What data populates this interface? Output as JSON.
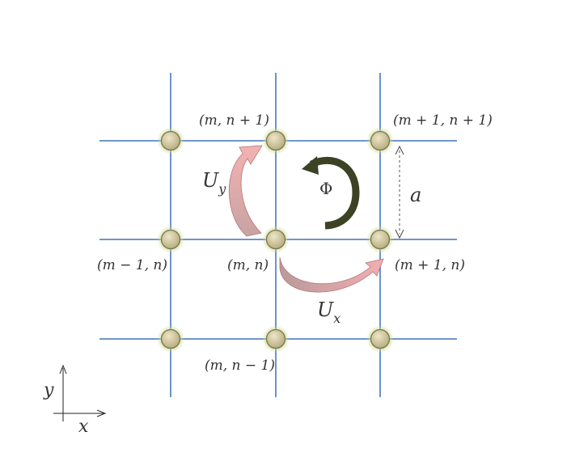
{
  "colors": {
    "grid_line": "#5b87c4",
    "node_fill": "#cfc49a",
    "node_stroke": "#7d7552",
    "node_glow": "#c8dc8c",
    "hop_arrow_fill": "#e8a0a0",
    "hop_arrow_edge": "#b97474",
    "flux_arrow": "#3c4224",
    "axis": "#222222",
    "text": "#333333"
  },
  "icons": {
    "flux": "circular-arrow-icon",
    "hop": "curved-arrow-icon",
    "spacing": "double-headed-arrow-icon"
  },
  "labels": {
    "site_top_center": "(m, n + 1)",
    "site_top_right": "(m + 1, n + 1)",
    "site_mid_left": "(m − 1, n)",
    "site_mid_center": "(m, n)",
    "site_mid_right": "(m + 1, n)",
    "site_bottom_center": "(m, n − 1)",
    "hop_y": "U",
    "hop_y_sub": "y",
    "hop_x": "U",
    "hop_x_sub": "x",
    "flux": "Φ",
    "spacing": "a",
    "axis_y": "y",
    "axis_x": "x"
  }
}
